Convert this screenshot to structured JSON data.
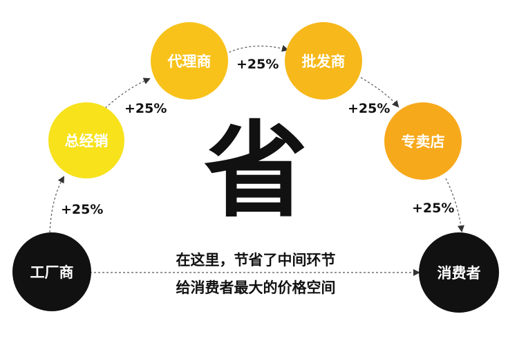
{
  "nodes": {
    "factory": {
      "label": "工厂商",
      "color": "#111111",
      "text_color": "#ffffff"
    },
    "general_distributor": {
      "label": "总经销",
      "color": "#f7e21c",
      "text_color": "#ffffff"
    },
    "agent": {
      "label": "代理商",
      "color": "#f8c21b",
      "text_color": "#ffffff"
    },
    "wholesaler": {
      "label": "批发商",
      "color": "#f6b81a",
      "text_color": "#ffffff"
    },
    "specialty_store": {
      "label": "专卖店",
      "color": "#f7a91c",
      "text_color": "#ffffff"
    },
    "consumer": {
      "label": "消费者",
      "color": "#111111",
      "text_color": "#ffffff"
    }
  },
  "markups": {
    "m1": "+25%",
    "m2": "+25%",
    "m3": "+25%",
    "m4": "+25%",
    "m5": "+25%"
  },
  "center_char": "省",
  "caption": {
    "line1": "在这里，节省了中间环节",
    "line2": "给消费者最大的价格空间"
  },
  "arrow_color": "#555555"
}
